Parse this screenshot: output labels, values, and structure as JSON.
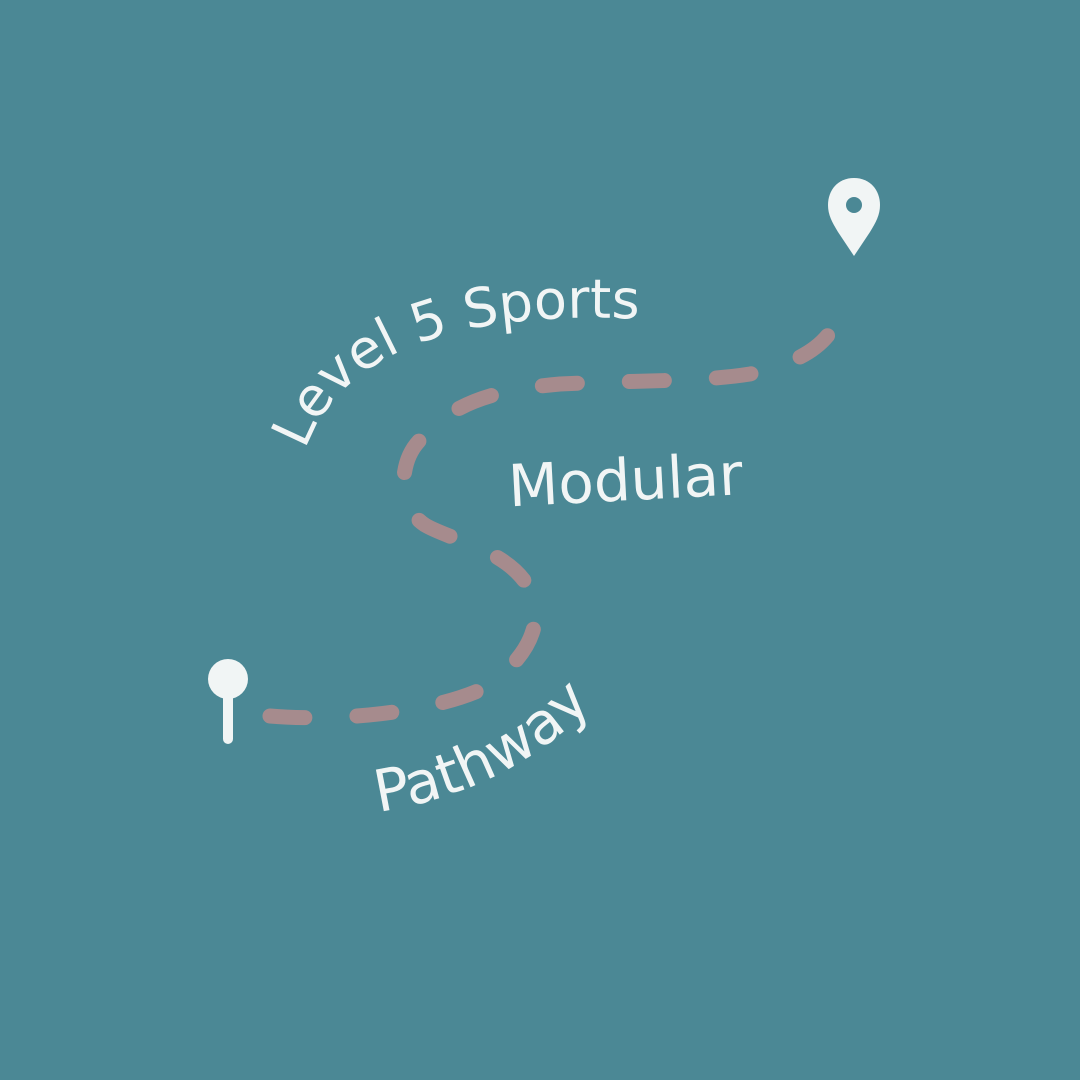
{
  "graphic": {
    "title_line1": "Level 5 Sports",
    "title_line2": "Modular",
    "title_line3": "Pathway"
  },
  "colors": {
    "background": "#4b8895",
    "path_dash": "#a68b8d",
    "text": "#f1f5f5",
    "icons": "#f1f5f5"
  },
  "icons": {
    "start": "start-pin-icon",
    "end": "map-marker-icon"
  }
}
